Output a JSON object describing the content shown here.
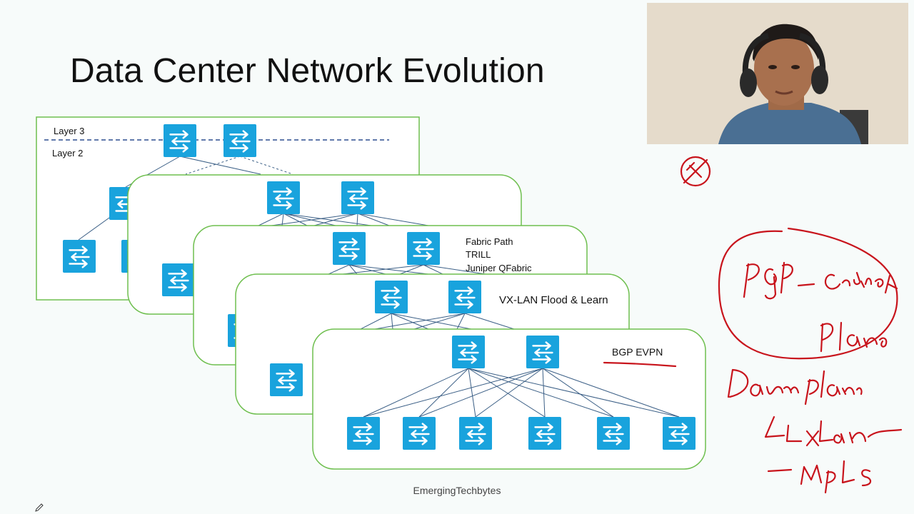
{
  "slide": {
    "title": "Data Center Network Evolution",
    "footer": "EmergingTechbytes"
  },
  "diagram": {
    "panels": [
      {
        "labels": [
          "Layer 3",
          "Layer 2"
        ]
      },
      {
        "labels": []
      },
      {
        "labels": [
          "Fabric Path",
          "TRILL",
          "Juniper QFabric"
        ]
      },
      {
        "labels": [
          "VX-LAN Flood & Learn"
        ]
      },
      {
        "labels": [
          "BGP EVPN"
        ]
      }
    ],
    "switch_icon": "switch-icon",
    "colors": {
      "panel_border": "#6fbf4f",
      "switch_fill": "#19a3dd",
      "link": "#3b5f86",
      "layer_divider": "#2d4e8f"
    }
  },
  "annotations": {
    "ink_color": "#c8141c",
    "handwritten": [
      "BGP-Control Plane",
      "Data plane",
      "VxLAN",
      "MPLS"
    ]
  },
  "webcam": {
    "icon": "presenter-video"
  }
}
